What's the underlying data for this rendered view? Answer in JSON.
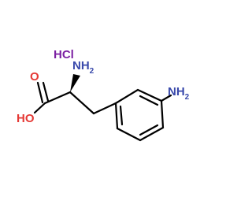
{
  "salt": {
    "text": "HCl",
    "color": "#7b1fa2"
  },
  "atoms": {
    "carbonyl_oxygen": {
      "text": "O",
      "color": "#e53935"
    },
    "hydroxyl": {
      "text": "HO",
      "color": "#e53935"
    },
    "alpha_amine": {
      "symbol": "NH",
      "subscript": "2",
      "color": "#3949ab"
    },
    "aryl_amine": {
      "symbol": "NH",
      "subscript": "2",
      "color": "#3949ab"
    }
  },
  "bond_color": "#000000"
}
